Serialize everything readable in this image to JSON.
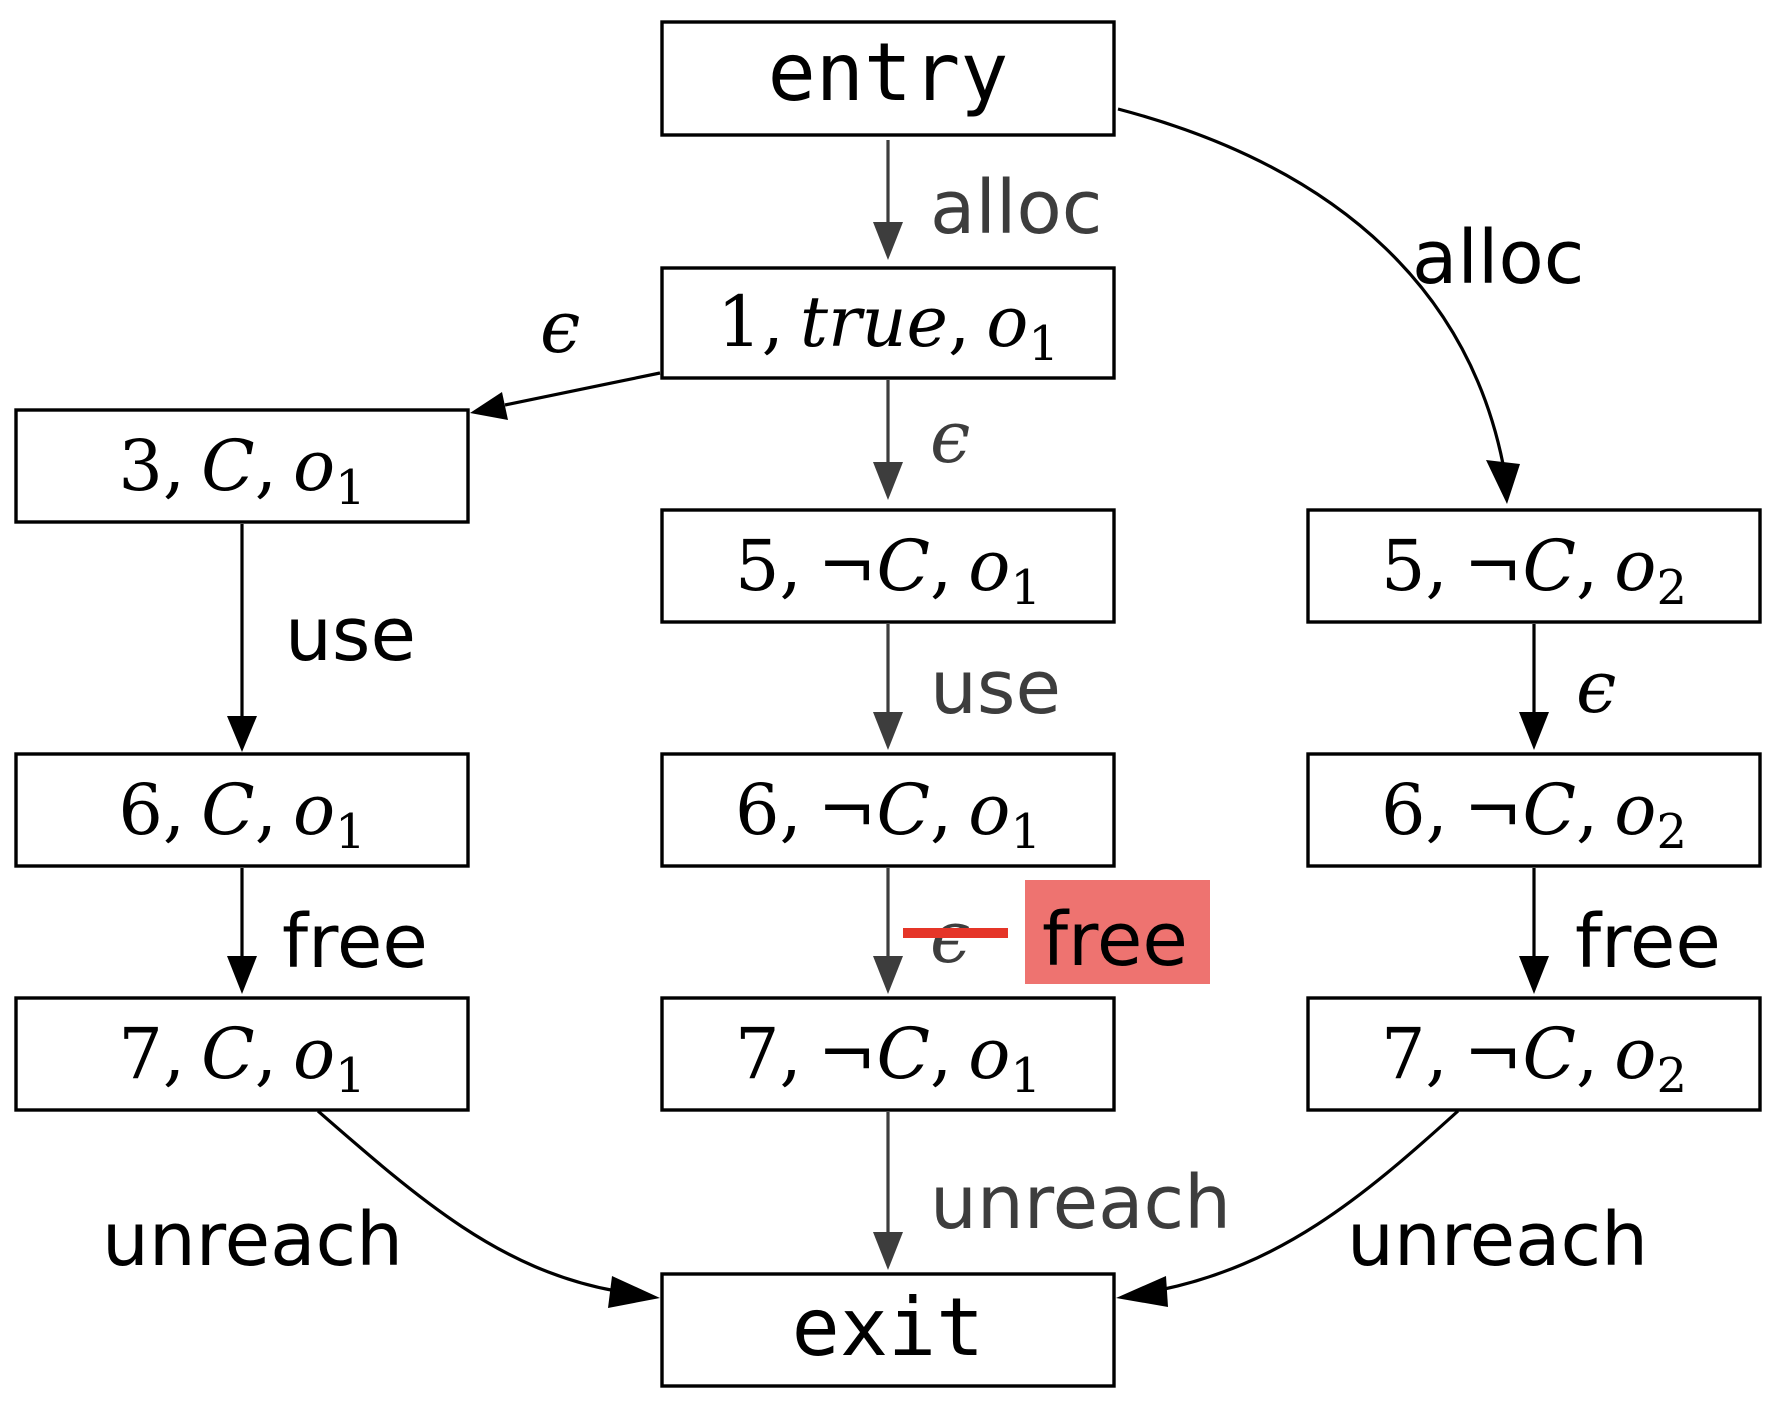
{
  "nodes": {
    "entry": {
      "text": "entry"
    },
    "exit": {
      "text": "exit"
    },
    "n1": {
      "num": "1,",
      "cond": "true",
      "obj": "o",
      "sub": "1"
    },
    "n3": {
      "num": "3,",
      "cond": "C",
      "obj": "o",
      "sub": "1"
    },
    "n6c": {
      "num": "6,",
      "cond": "C",
      "obj": "o",
      "sub": "1"
    },
    "n7c": {
      "num": "7,",
      "cond": "C",
      "obj": "o",
      "sub": "1"
    },
    "n5m": {
      "num": "5,",
      "neg": "¬",
      "cond": "C",
      "obj": "o",
      "sub": "1"
    },
    "n6m": {
      "num": "6,",
      "neg": "¬",
      "cond": "C",
      "obj": "o",
      "sub": "1"
    },
    "n7m": {
      "num": "7,",
      "neg": "¬",
      "cond": "C",
      "obj": "o",
      "sub": "1"
    },
    "n5r": {
      "num": "5,",
      "neg": "¬",
      "cond": "C",
      "obj": "o",
      "sub": "2"
    },
    "n6r": {
      "num": "6,",
      "neg": "¬",
      "cond": "C",
      "obj": "o",
      "sub": "2"
    },
    "n7r": {
      "num": "7,",
      "neg": "¬",
      "cond": "C",
      "obj": "o",
      "sub": "2"
    }
  },
  "edges": {
    "entry_n1": "alloc",
    "entry_n5r": "alloc",
    "n1_n3": "ϵ",
    "n1_n5m": "ϵ",
    "n3_n6c": "use",
    "n5m_n6m": "use",
    "n5r_n6r": "ϵ",
    "n6c_n7c": "free",
    "n6m_n7m_removed": "ϵ",
    "n6m_n7m_added": "free",
    "n6r_n7r": "free",
    "n7c_exit": "unreach",
    "n7m_exit": "unreach",
    "n7r_exit": "unreach"
  },
  "colors": {
    "primary": "#000000",
    "secondary": "#3d3d3d",
    "highlight": "#ee7370",
    "strike": "#e53528"
  }
}
